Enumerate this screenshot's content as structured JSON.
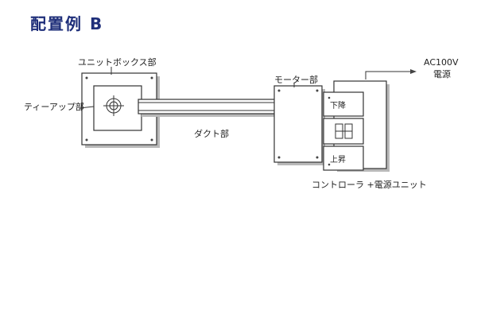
{
  "title": "配置例 B",
  "labels": {
    "unit_box": "ユニットボックス部",
    "tea_up": "ティーアップ部",
    "duct": "ダクト部",
    "motor": "モーター部",
    "controller": "コントローラ +電源ユニット",
    "ac_line1": "AC100V",
    "ac_line2": "電源"
  },
  "panel": {
    "down_label": "下降",
    "up_label": "上昇"
  }
}
